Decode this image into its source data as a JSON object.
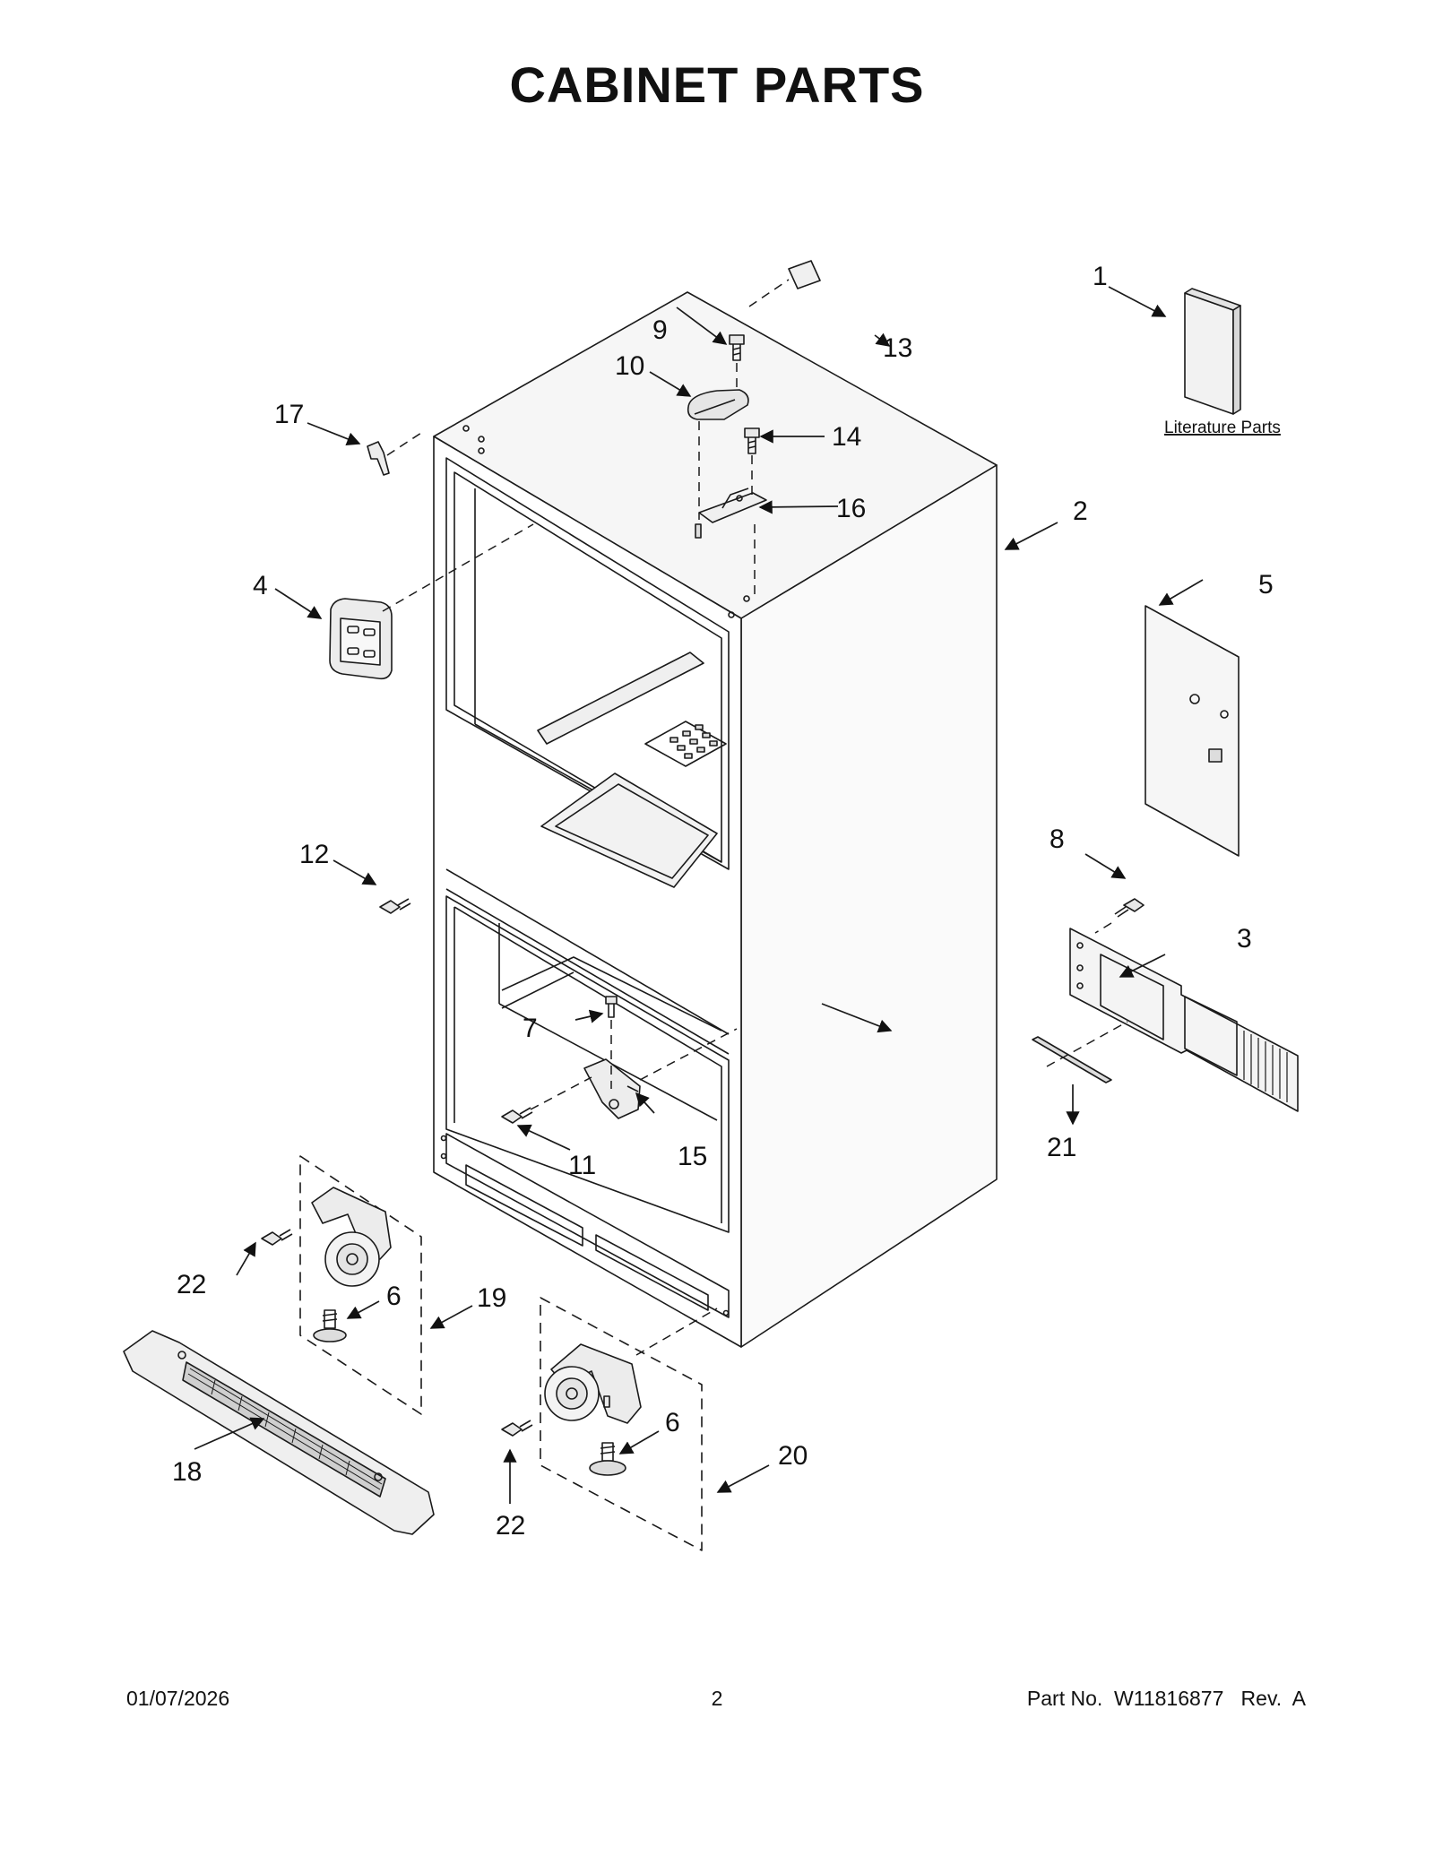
{
  "page": {
    "title": "CABINET PARTS",
    "literature_label": "Literature Parts"
  },
  "callouts": [
    "1",
    "2",
    "3",
    "4",
    "5",
    "6",
    "7",
    "8",
    "9",
    "10",
    "11",
    "12",
    "13",
    "14",
    "15",
    "16",
    "17",
    "18",
    "19",
    "20",
    "21",
    "22"
  ],
  "footer": {
    "date": "01/07/2026",
    "page_number": "2",
    "part_number": "Part No.  W11816877   Rev.  A"
  },
  "colors": {
    "line": "#1a1a1a",
    "fill_light": "#f4f4f4",
    "fill_mid": "#e2e2e2"
  }
}
